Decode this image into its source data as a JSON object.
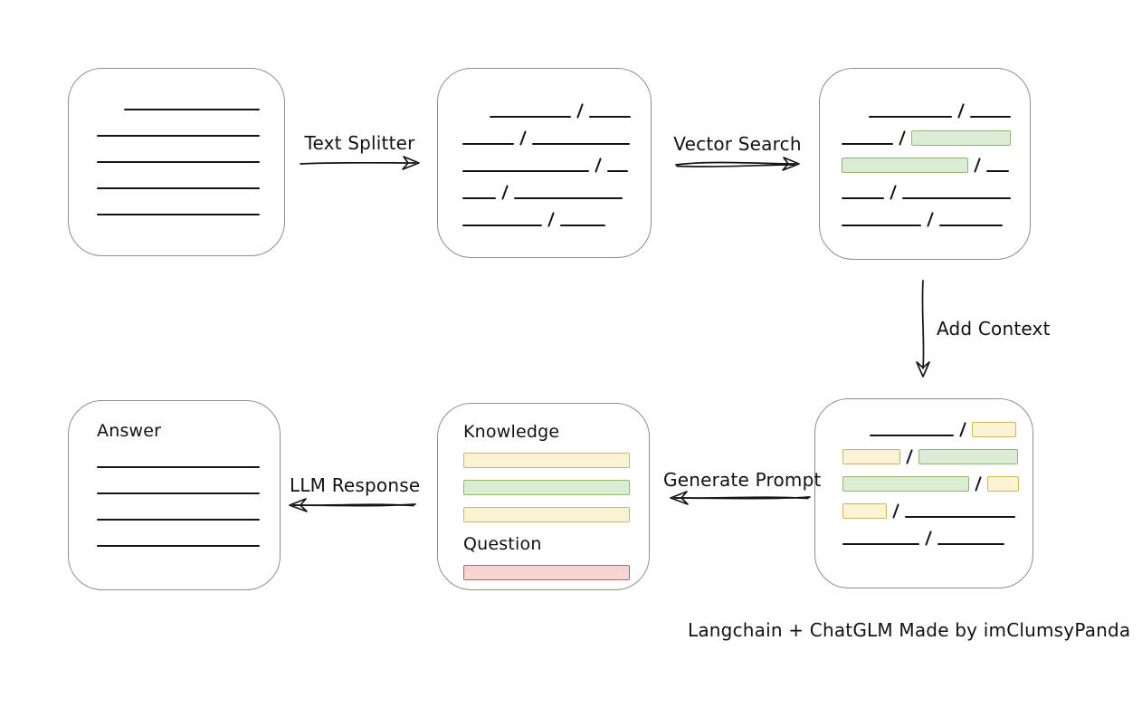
{
  "caption": "Langchain + ChatGLM Made by imClumsyPanda",
  "colors": {
    "green_fill": "#dcebd3",
    "green_border": "#8db870",
    "yellow_fill": "#fcf3d4",
    "yellow_border": "#d2b656",
    "red_fill": "#f6d4d1",
    "red_border": "#b86560",
    "box_border": "#8f8f8f",
    "line": "#141414"
  },
  "arrows": {
    "text_splitter": {
      "label": "Text Splitter",
      "direction": "right"
    },
    "vector_search": {
      "label": "Vector Search",
      "direction": "right"
    },
    "add_context": {
      "label": "Add Context",
      "direction": "down"
    },
    "generate_prompt": {
      "label": "Generate Prompt",
      "direction": "left"
    },
    "llm_response": {
      "label": "LLM Response",
      "direction": "left"
    }
  },
  "boxes": {
    "document": {
      "lines": [
        {
          "indent": 30,
          "w": 150
        },
        {
          "indent": 0,
          "w": 180
        },
        {
          "indent": 0,
          "w": 180
        },
        {
          "indent": 0,
          "w": 180
        },
        {
          "indent": 0,
          "w": 180
        }
      ]
    },
    "chunks": {
      "rows": [
        {
          "indent": 30,
          "segs": [
            {
              "t": "line",
              "w": 90
            },
            {
              "t": "line",
              "w": 46
            }
          ]
        },
        {
          "indent": 0,
          "segs": [
            {
              "t": "line",
              "w": 57
            },
            {
              "t": "line",
              "w": 108
            }
          ]
        },
        {
          "indent": 0,
          "segs": [
            {
              "t": "line",
              "w": 140
            },
            {
              "t": "line",
              "w": 23
            }
          ]
        },
        {
          "indent": 0,
          "segs": [
            {
              "t": "line",
              "w": 37
            },
            {
              "t": "line",
              "w": 120
            }
          ]
        },
        {
          "indent": 0,
          "segs": [
            {
              "t": "line",
              "w": 88
            },
            {
              "t": "line",
              "w": 50
            }
          ]
        }
      ]
    },
    "vector_matches": {
      "rows": [
        {
          "indent": 30,
          "segs": [
            {
              "t": "line",
              "w": 92
            },
            {
              "t": "line",
              "w": 45
            }
          ]
        },
        {
          "indent": 0,
          "segs": [
            {
              "t": "line",
              "w": 57
            },
            {
              "t": "green",
              "w": 108
            }
          ]
        },
        {
          "indent": 0,
          "segs": [
            {
              "t": "green",
              "w": 138
            },
            {
              "t": "line",
              "w": 25
            }
          ]
        },
        {
          "indent": 0,
          "segs": [
            {
              "t": "line",
              "w": 47
            },
            {
              "t": "line",
              "w": 120
            }
          ]
        },
        {
          "indent": 0,
          "segs": [
            {
              "t": "line",
              "w": 88
            },
            {
              "t": "line",
              "w": 70
            }
          ]
        }
      ]
    },
    "context": {
      "rows": [
        {
          "indent": 30,
          "segs": [
            {
              "t": "line",
              "w": 93
            },
            {
              "t": "yellow",
              "w": 47
            }
          ]
        },
        {
          "indent": 0,
          "segs": [
            {
              "t": "yellow",
              "w": 62
            },
            {
              "t": "green",
              "w": 108
            }
          ]
        },
        {
          "indent": 0,
          "segs": [
            {
              "t": "green",
              "w": 138
            },
            {
              "t": "yellow",
              "w": 33
            }
          ]
        },
        {
          "indent": 0,
          "segs": [
            {
              "t": "yellow",
              "w": 47
            },
            {
              "t": "line",
              "w": 122
            }
          ]
        },
        {
          "indent": 0,
          "segs": [
            {
              "t": "line",
              "w": 85
            },
            {
              "t": "line",
              "w": 74
            }
          ]
        }
      ]
    },
    "prompt": {
      "knowledge_label": "Knowledge",
      "question_label": "Question",
      "knowledge_bars": [
        {
          "c": "yellow",
          "w": 182
        },
        {
          "c": "green",
          "w": 182
        },
        {
          "c": "yellow",
          "w": 182
        }
      ],
      "question_bars": [
        {
          "c": "red",
          "w": 182
        }
      ]
    },
    "answer": {
      "label": "Answer",
      "lines": [
        {
          "indent": 0,
          "w": 180
        },
        {
          "indent": 0,
          "w": 180
        },
        {
          "indent": 0,
          "w": 180
        },
        {
          "indent": 0,
          "w": 180
        }
      ]
    }
  }
}
